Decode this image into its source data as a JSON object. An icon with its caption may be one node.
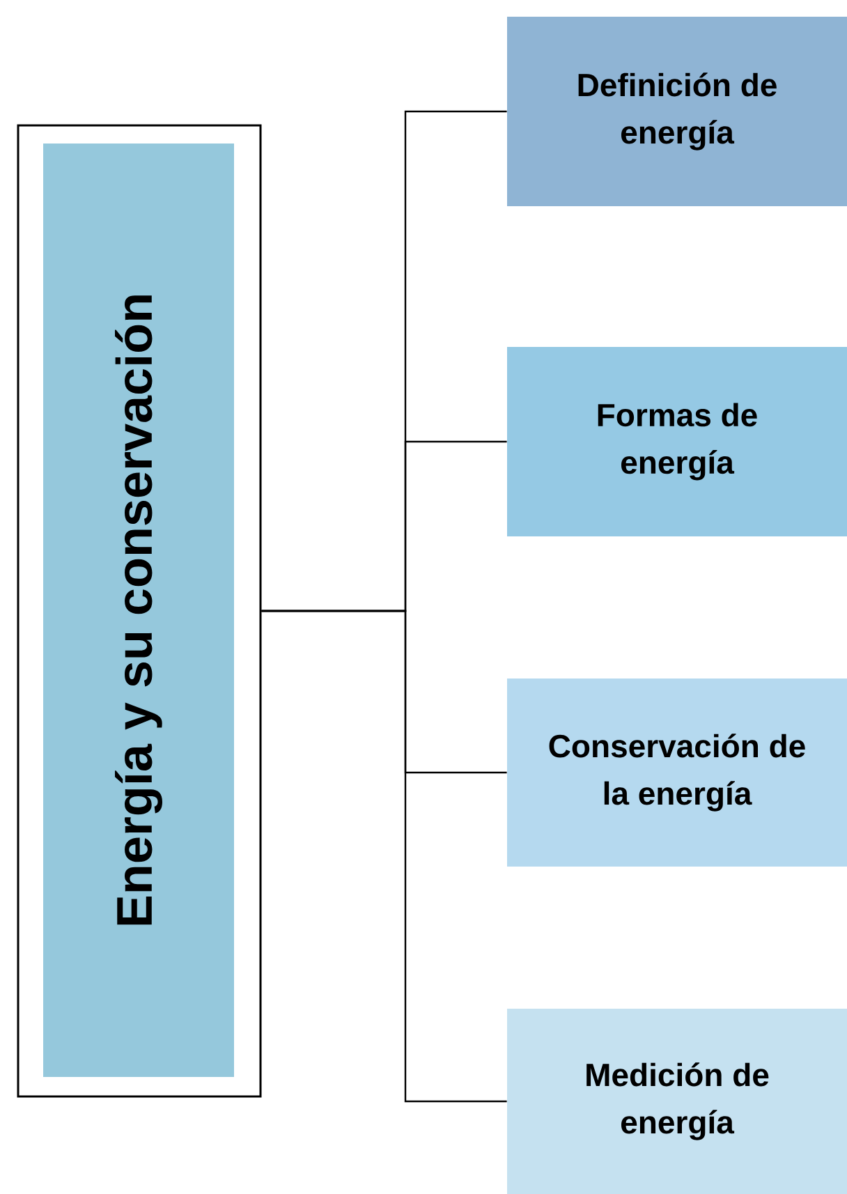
{
  "diagram": {
    "nodes": [
      {
        "text": [],
        "shape": "box"
      },
      {
        "text": [
          "Energía y su conservación"
        ],
        "in": 0
      },
      {
        "text": [
          "Definición de energía"
        ]
      },
      {
        "text": [
          "Formas de energía"
        ]
      },
      {
        "text": [
          "Conservación de la energía"
        ]
      },
      {
        "text": [
          "Medición de energía"
        ]
      }
    ],
    "edges": [
      {
        "from": 0,
        "to": 2,
        "arrow": "none"
      },
      {
        "from": 0,
        "to": 3,
        "arrow": "none"
      },
      {
        "from": 0,
        "to": 4,
        "arrow": "none"
      },
      {
        "from": 0,
        "to": 5,
        "arrow": "none"
      }
    ]
  }
}
